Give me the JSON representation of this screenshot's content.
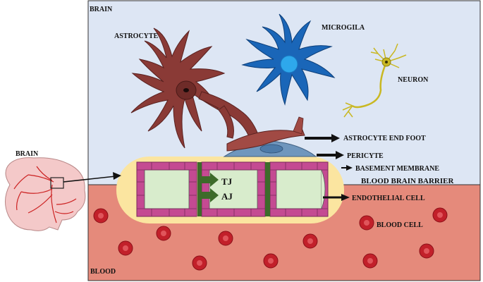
{
  "labels": {
    "brain_region": "BRAIN",
    "brain_organ": "BRAIN",
    "blood_region": "BLOOD",
    "astrocyte": "ASTROCYTE",
    "microglia": "MICROGILA",
    "neuron": "NEURON",
    "astrocyte_end_foot": "ASTROCYTE END FOOT",
    "pericyte": "PERICYTE",
    "basement_membrane": "BASEMENT MEMBRANE",
    "bbb": "BLOOD BRAIN BARRIER",
    "endothelial_cell": "ENDOTHELIAL CELL",
    "blood_cell": "BLOOD CELL",
    "tj": "TJ",
    "aj": "AJ"
  },
  "colors": {
    "brain_bg": "#dde6f4",
    "blood_bg": "#e58a7b",
    "barrier": "#fbe5a0",
    "endothelial_border": "#c44a92",
    "endothelial_fill": "#d8eccc",
    "junction": "#3d6b2a",
    "astrocyte": "#8a3a36",
    "microglia": "#1a66b8",
    "neuron": "#c9b823",
    "pericyte": "#6f96bd",
    "rbc": "#c2202a",
    "organ_brain": "#f4c9c9",
    "organ_vessel": "#cc2222"
  }
}
